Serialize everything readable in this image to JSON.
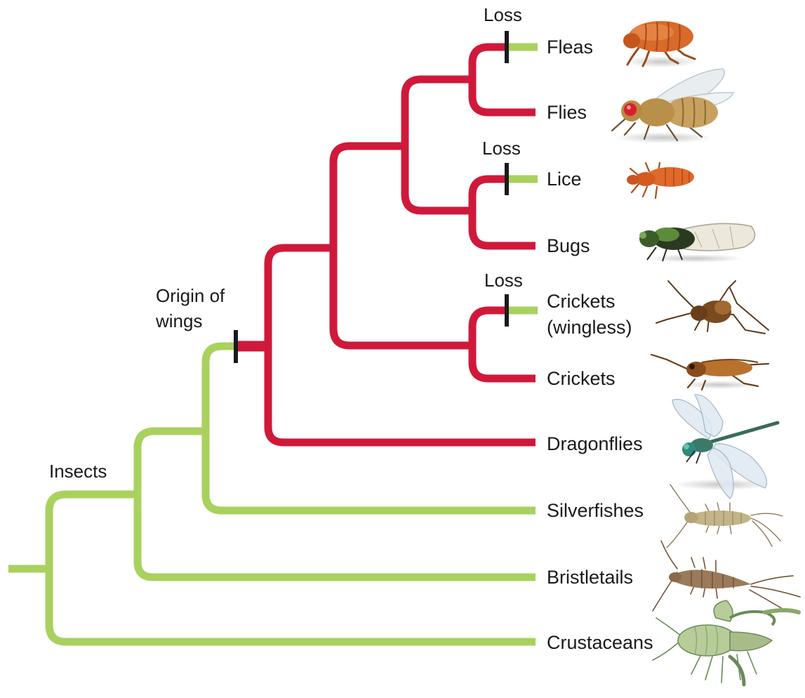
{
  "colors": {
    "non_winged_branch": "#a9d15e",
    "winged_branch": "#d0193a",
    "marker": "#1a1a1a",
    "text": "#1a1a1a"
  },
  "annotations": {
    "insects": "Insects",
    "origin_line1": "Origin of",
    "origin_line2": "wings",
    "loss_fleas": "Loss",
    "loss_lice": "Loss",
    "loss_crickets": "Loss"
  },
  "taxa": {
    "fleas": {
      "label": "Fleas",
      "icon": "flea-icon"
    },
    "flies": {
      "label": "Flies",
      "icon": "fly-icon"
    },
    "lice": {
      "label": "Lice",
      "icon": "louse-icon"
    },
    "bugs": {
      "label": "Bugs",
      "icon": "cicada-bug-icon"
    },
    "crickets_wingless_1": {
      "label": "Crickets",
      "icon": "cave-cricket-icon"
    },
    "crickets_wingless_2": {
      "label": "(wingless)"
    },
    "crickets": {
      "label": "Crickets",
      "icon": "cricket-icon"
    },
    "dragonflies": {
      "label": "Dragonflies",
      "icon": "dragonfly-icon"
    },
    "silverfishes": {
      "label": "Silverfishes",
      "icon": "silverfish-icon"
    },
    "bristletails": {
      "label": "Bristletails",
      "icon": "bristletail-icon"
    },
    "crustaceans": {
      "label": "Crustaceans",
      "icon": "crayfish-icon"
    }
  }
}
